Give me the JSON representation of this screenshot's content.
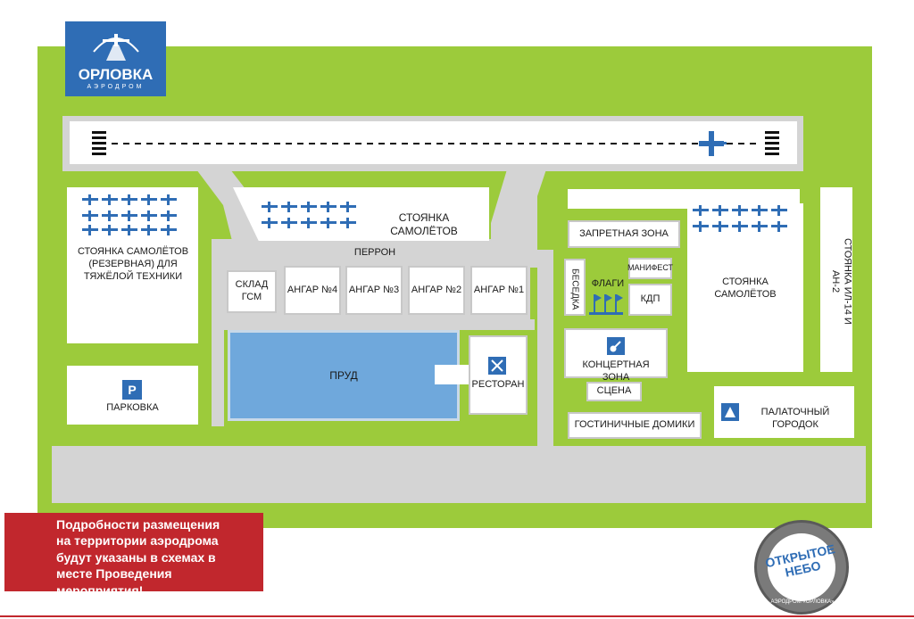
{
  "logo": {
    "name": "ОРЛОВКА",
    "subtitle": "АЭРОДРОМ"
  },
  "labels": {
    "reserve_parking": "СТОЯНКА САМОЛЁТОВ (РЕЗЕРВНАЯ) ДЛЯ ТЯЖЁЛОЙ ТЕХНИКИ",
    "aircraft_parking_top": "СТОЯНКА САМОЛЁТОВ",
    "apron": "ПЕРРОН",
    "fuel_store": "СКЛАД ГСМ",
    "hangar4": "АНГАР №4",
    "hangar3": "АНГАР №3",
    "hangar2": "АНГАР №2",
    "hangar1": "АНГАР №1",
    "pond": "ПРУД",
    "restaurant": "РЕСТОРАН",
    "parking_lot": "ПАРКОВКА",
    "parking_symbol": "P",
    "forbidden_zone": "ЗАПРЕТНАЯ ЗОНА",
    "gazebo": "БЕСЕДКА",
    "flags": "ФЛАГИ",
    "manifest": "МАНИФЕСТ",
    "control_tower": "КДП",
    "aircraft_parking_right": "СТОЯНКА САМОЛЁТОВ",
    "il14_parking": "СТОЯНКА ИЛ-14 И АН-2",
    "concert_zone": "КОНЦЕРТНАЯ ЗОНА",
    "stage": "СЦЕНА",
    "guest_houses": "ГОСТИНИЧНЫЕ ДОМИКИ",
    "tent_camp": "ПАЛАТОЧНЫЙ ГОРОДОК"
  },
  "notice": "Подробности размещения на территории аэродрома будут указаны в схемах в месте Проведения мероприятия!",
  "event_badge": {
    "title": "ОТКРЫТОЕ НЕБО",
    "ring_text": "АЭРОДРОМ «ОРЛОВКА»"
  },
  "colors": {
    "grass": "#9ccb3b",
    "paved": "#d4d4d4",
    "building": "#ffffff",
    "pond": "#6fa8dc",
    "icons": "#2f6db5",
    "notice_bg": "#c1272d",
    "logo_bg": "#2f6db5"
  }
}
